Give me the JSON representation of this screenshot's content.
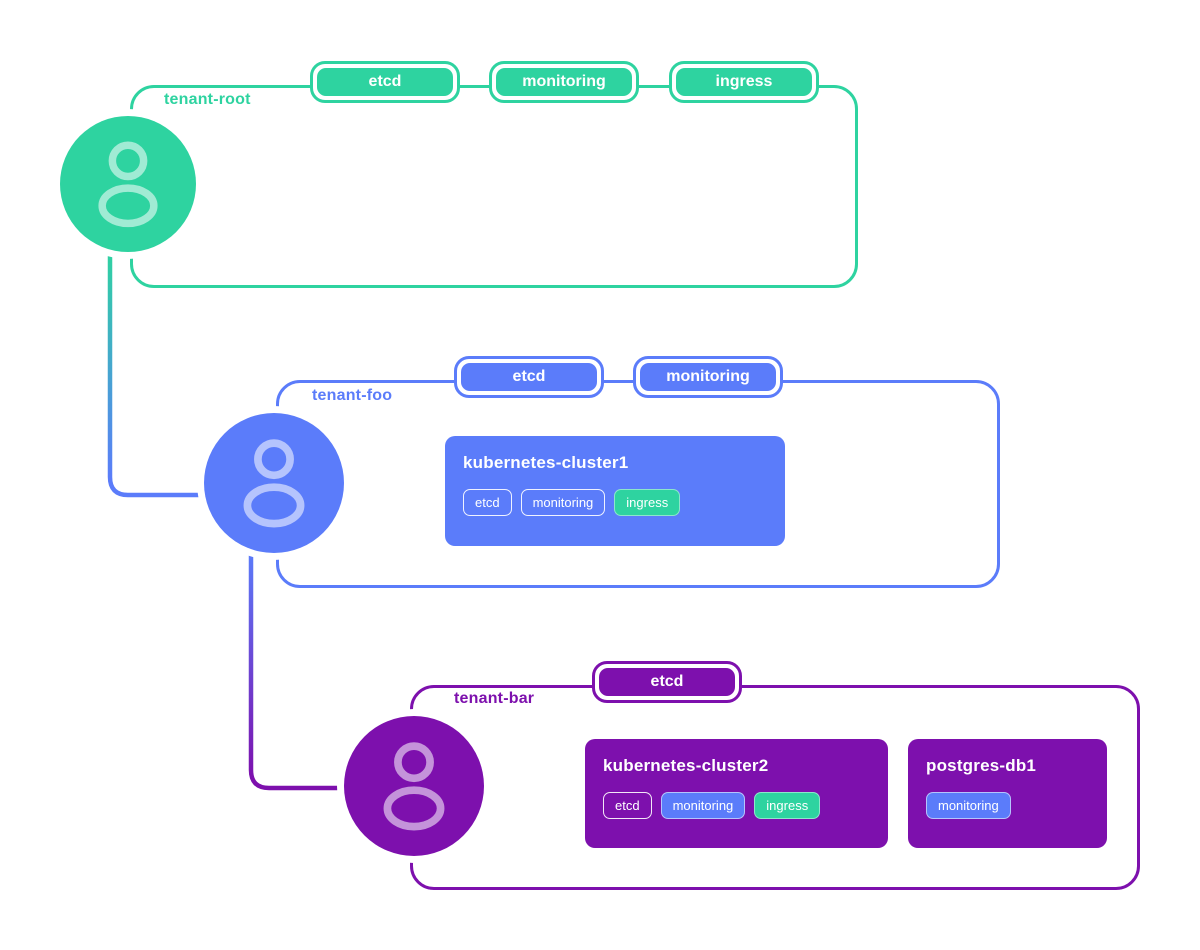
{
  "colors": {
    "green": "#2ed3a0",
    "blue": "#5b7cfa",
    "purple": "#7d10ad"
  },
  "tenants": {
    "root": {
      "name": "tenant-root",
      "tabs": [
        "etcd",
        "monitoring",
        "ingress"
      ]
    },
    "foo": {
      "name": "tenant-foo",
      "tabs": [
        "etcd",
        "monitoring"
      ],
      "workloads": {
        "cluster1": {
          "title": "kubernetes-cluster1",
          "badges": [
            "etcd",
            "monitoring",
            "ingress"
          ]
        }
      }
    },
    "bar": {
      "name": "tenant-bar",
      "tabs": [
        "etcd"
      ],
      "workloads": {
        "cluster2": {
          "title": "kubernetes-cluster2",
          "badges": [
            "etcd",
            "monitoring",
            "ingress"
          ]
        },
        "postgres": {
          "title": "postgres-db1",
          "badges": [
            "monitoring"
          ]
        }
      }
    }
  }
}
